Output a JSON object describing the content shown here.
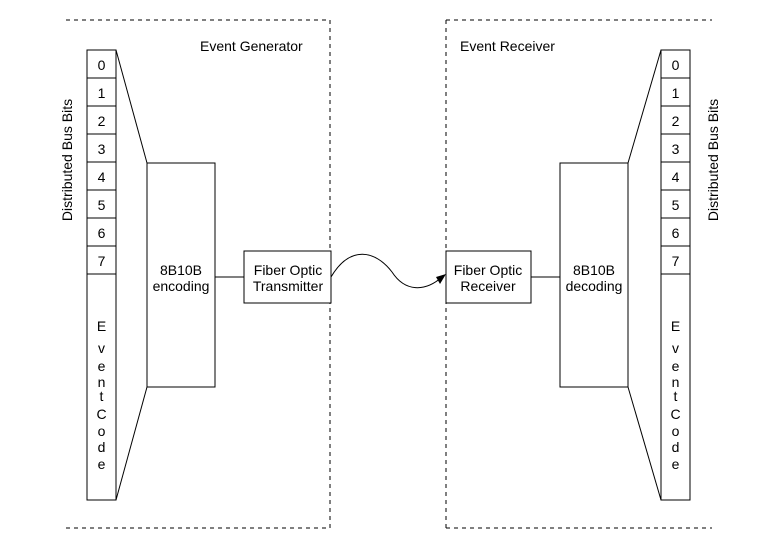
{
  "generator": {
    "title": "Event Generator",
    "bus_label": "Distributed Bus Bits",
    "bits": [
      "0",
      "1",
      "2",
      "3",
      "4",
      "5",
      "6",
      "7"
    ],
    "event_code_letters": [
      "E",
      "v",
      "e",
      "n",
      "t",
      "C",
      "o",
      "d",
      "e"
    ],
    "codec_line1": "8B10B",
    "codec_line2": "encoding",
    "fiber_line1": "Fiber Optic",
    "fiber_line2": "Transmitter"
  },
  "receiver": {
    "title": "Event Receiver",
    "bus_label": "Distributed Bus Bits",
    "bits": [
      "0",
      "1",
      "2",
      "3",
      "4",
      "5",
      "6",
      "7"
    ],
    "event_code_letters": [
      "E",
      "v",
      "e",
      "n",
      "t",
      "C",
      "o",
      "d",
      "e"
    ],
    "codec_line1": "8B10B",
    "codec_line2": "decoding",
    "fiber_line1": "Fiber Optic",
    "fiber_line2": "Receiver"
  }
}
